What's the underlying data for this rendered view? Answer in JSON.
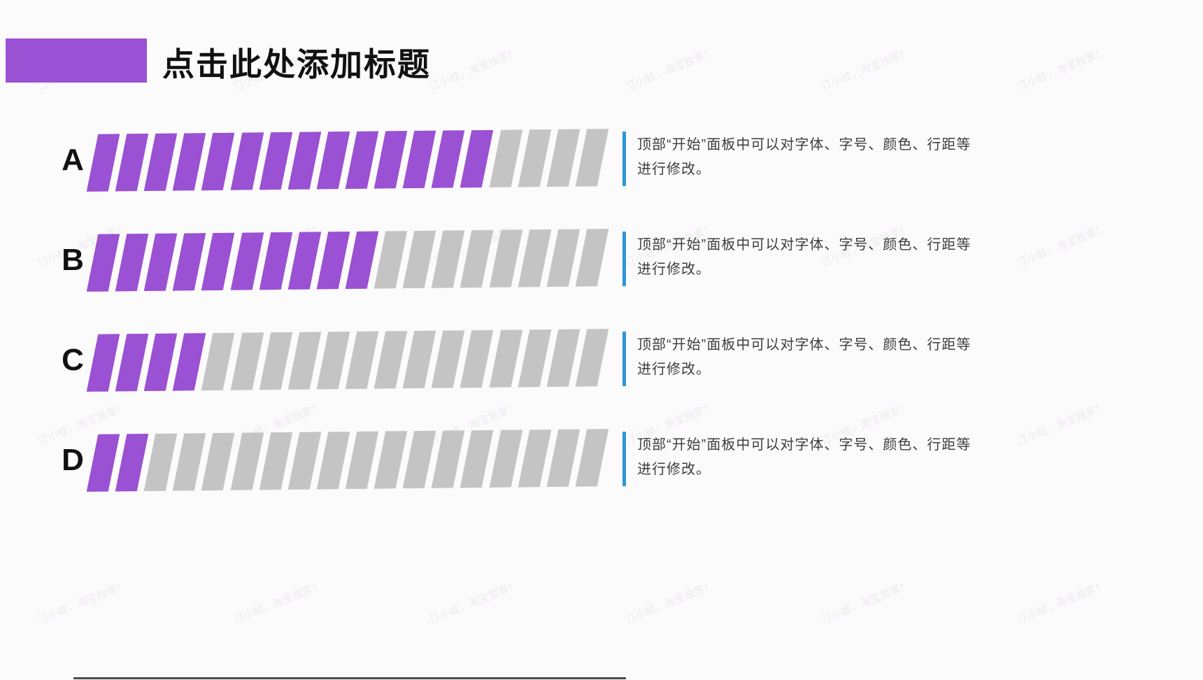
{
  "colors": {
    "purple": "#9b51d3",
    "gray": "#c4c4c4",
    "blue": "#2e97d9",
    "title": "#111111",
    "text": "#3d3d3d",
    "background": "#fcfbfc",
    "bottom_line": "#4a4a4a"
  },
  "title": "点击此处添加标题",
  "rows": [
    {
      "label": "A",
      "filled": 14,
      "total": 18,
      "desc": "顶部“开始”面板中可以对字体、字号、颜色、行距等进行修改。"
    },
    {
      "label": "B",
      "filled": 10,
      "total": 18,
      "desc": "顶部“开始”面板中可以对字体、字号、颜色、行距等进行修改。"
    },
    {
      "label": "C",
      "filled": 4,
      "total": 18,
      "desc": "顶部“开始”面板中可以对字体、字号、颜色、行距等进行修改。"
    },
    {
      "label": "D",
      "filled": 2,
      "total": 18,
      "desc": "顶部“开始”面板中可以对字体、字号、颜色、行距等进行修改。"
    }
  ],
  "watermark": "汀小蛙，淘宝独家！",
  "chart_data": {
    "type": "bar",
    "categories": [
      "A",
      "B",
      "C",
      "D"
    ],
    "series": [
      {
        "name": "filled_segments",
        "values": [
          14,
          10,
          4,
          2
        ]
      },
      {
        "name": "total_segments",
        "values": [
          18,
          18,
          18,
          18
        ]
      }
    ],
    "title": "点击此处添加标题",
    "xlabel": "",
    "ylabel": "",
    "legend": false,
    "note": "slanted segmented progress bars, purple = filled, gray = unfilled"
  }
}
